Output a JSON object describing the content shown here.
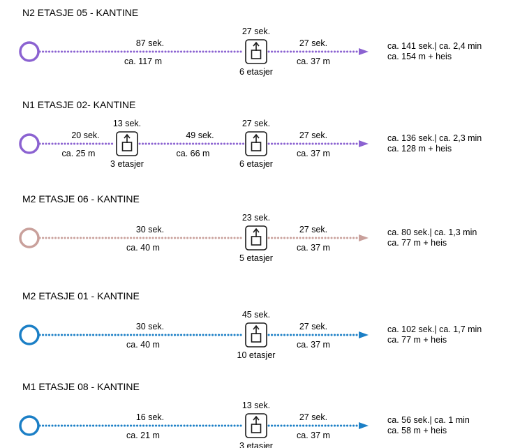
{
  "rows": [
    {
      "title": "N2 ETASJE 05 - KANTINE",
      "color": "#8b62d1",
      "segments": [
        {
          "time": "87 sek.",
          "dist": "ca. 117 m"
        },
        {
          "time": "27 sek.",
          "dist": "ca. 37 m"
        }
      ],
      "elevators": [
        {
          "time": "27 sek.",
          "floors": "6 etasjer"
        }
      ],
      "summary": [
        "ca. 141 sek.| ca. 2,4 min",
        "ca. 154 m + heis"
      ]
    },
    {
      "title": "N1 ETASJE 02- KANTINE",
      "color": "#8b62d1",
      "segments": [
        {
          "time": "20 sek.",
          "dist": "ca. 25 m"
        },
        {
          "time": "49 sek.",
          "dist": "ca. 66 m"
        },
        {
          "time": "27 sek.",
          "dist": "ca. 37 m"
        }
      ],
      "elevators": [
        {
          "time": "13 sek.",
          "floors": "3 etasjer"
        },
        {
          "time": "27 sek.",
          "floors": "6 etasjer"
        }
      ],
      "summary": [
        "ca. 136 sek.| ca. 2,3 min",
        "ca. 128 m + heis"
      ]
    },
    {
      "title": "M2 ETASJE 06 - KANTINE",
      "color": "#c9a09b",
      "segments": [
        {
          "time": "30 sek.",
          "dist": "ca. 40 m"
        },
        {
          "time": "27 sek.",
          "dist": "ca. 37 m"
        }
      ],
      "elevators": [
        {
          "time": "23 sek.",
          "floors": "5 etasjer"
        }
      ],
      "summary": [
        "ca. 80 sek.| ca. 1,3 min",
        "ca. 77 m + heis"
      ]
    },
    {
      "title": "M2 ETASJE 01 - KANTINE",
      "color": "#1b7fc6",
      "segments": [
        {
          "time": "30 sek.",
          "dist": "ca. 40 m"
        },
        {
          "time": "27 sek.",
          "dist": "ca. 37 m"
        }
      ],
      "elevators": [
        {
          "time": "45 sek.",
          "floors": "10 etasjer"
        }
      ],
      "summary": [
        "ca. 102 sek.| ca. 1,7 min",
        "ca. 77 m + heis"
      ]
    },
    {
      "title": "M1 ETASJE 08 - KANTINE",
      "color": "#1b7fc6",
      "segments": [
        {
          "time": "16 sek.",
          "dist": "ca. 21 m"
        },
        {
          "time": "27 sek.",
          "dist": "ca. 37 m"
        }
      ],
      "elevators": [
        {
          "time": "13 sek.",
          "floors": "3 etasjer"
        }
      ],
      "summary": [
        "ca. 56 sek.| ca. 1 min",
        "ca. 58 m + heis"
      ]
    }
  ],
  "icons": {
    "elevator": "elevator-up-icon",
    "start": "start-circle-icon",
    "end": "arrow-head-icon"
  }
}
